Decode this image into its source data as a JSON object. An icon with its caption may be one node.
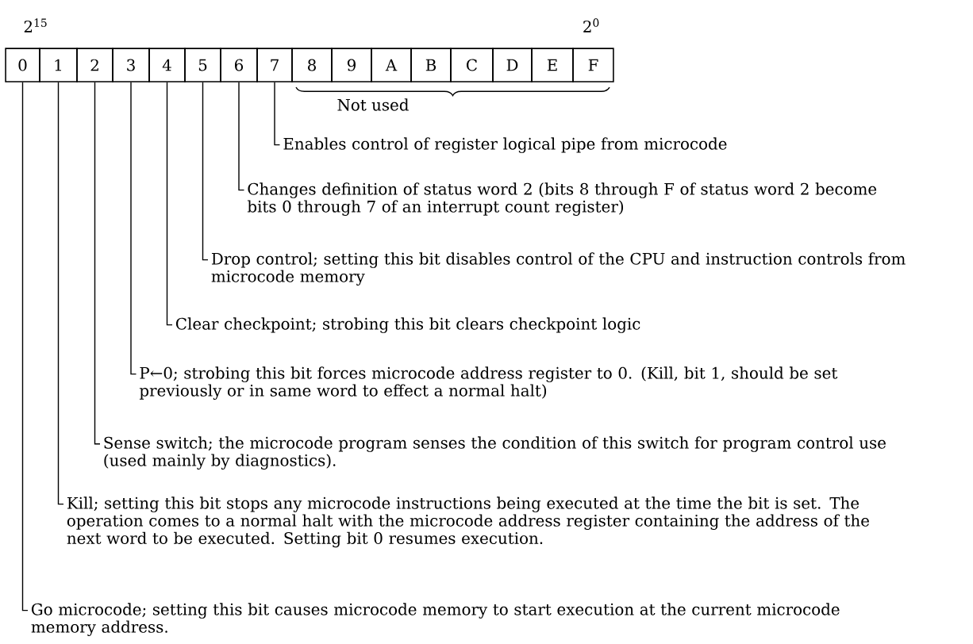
{
  "diagram": {
    "nodes": [
      {
        "text": [
          "0"
        ]
      },
      {
        "text": [
          "1"
        ]
      },
      {
        "text": [
          "2"
        ]
      },
      {
        "text": [
          "3"
        ]
      },
      {
        "text": [
          "4"
        ]
      },
      {
        "text": [
          "5"
        ]
      },
      {
        "text": [
          "6"
        ]
      },
      {
        "text": [
          "7"
        ]
      },
      {
        "text": [
          "8"
        ]
      },
      {
        "text": [
          "9"
        ]
      },
      {
        "text": [
          "A"
        ]
      },
      {
        "text": [
          "B"
        ]
      },
      {
        "text": [
          "C"
        ]
      },
      {
        "text": [
          "D"
        ]
      },
      {
        "text": [
          "E"
        ]
      },
      {
        "text": [
          "F"
        ]
      },
      {
        "text": [
          "Enables control of register logical pipe from microcode"
        ]
      },
      {
        "text": [
          "Changes definition of status word 2 (bits 8 through F of status word 2 become bits 0 through 7 of an interrupt count register)"
        ]
      },
      {
        "text": [
          "Drop control; setting this bit disables control of the CPU and instruction controls from microcode memory"
        ]
      },
      {
        "text": [
          "Clear checkpoint; strobing this bit clears checkpoint logic"
        ]
      },
      {
        "text": [
          "P←0; strobing this bit forces microcode address register to 0.  (Kill, bit 1, should be set previously or in same word to effect a normal halt)"
        ]
      },
      {
        "text": [
          "Sense switch; the microcode program senses the condition of this switch for program control use (used mainly by diagnostics)."
        ]
      },
      {
        "text": [
          "Kill; setting this bit stops any microcode instructions being executed at the time the bit is set.  The operation comes to a normal halt with the microcode address register containing the address of the next word to be executed.  Setting bit 0 resumes execution."
        ]
      },
      {
        "text": [
          "Go microcode; setting this bit causes microcode memory to start execution at the current microcode memory address."
        ]
      }
    ],
    "edges": [
      {
        "from": 16,
        "to": 7,
        "arrow": "none"
      },
      {
        "from": 17,
        "to": 6,
        "arrow": "none"
      },
      {
        "from": 18,
        "to": 5,
        "arrow": "none"
      },
      {
        "from": 19,
        "to": 4,
        "arrow": "none"
      },
      {
        "from": 20,
        "to": 3,
        "arrow": "none"
      },
      {
        "from": 21,
        "to": 2,
        "arrow": "none"
      },
      {
        "from": 22,
        "to": 1,
        "arrow": "none"
      },
      {
        "from": 23,
        "to": 0,
        "arrow": "none"
      }
    ],
    "labels": [
      "2$^{15}$",
      "2$^{0}$",
      "Not used"
    ]
  }
}
